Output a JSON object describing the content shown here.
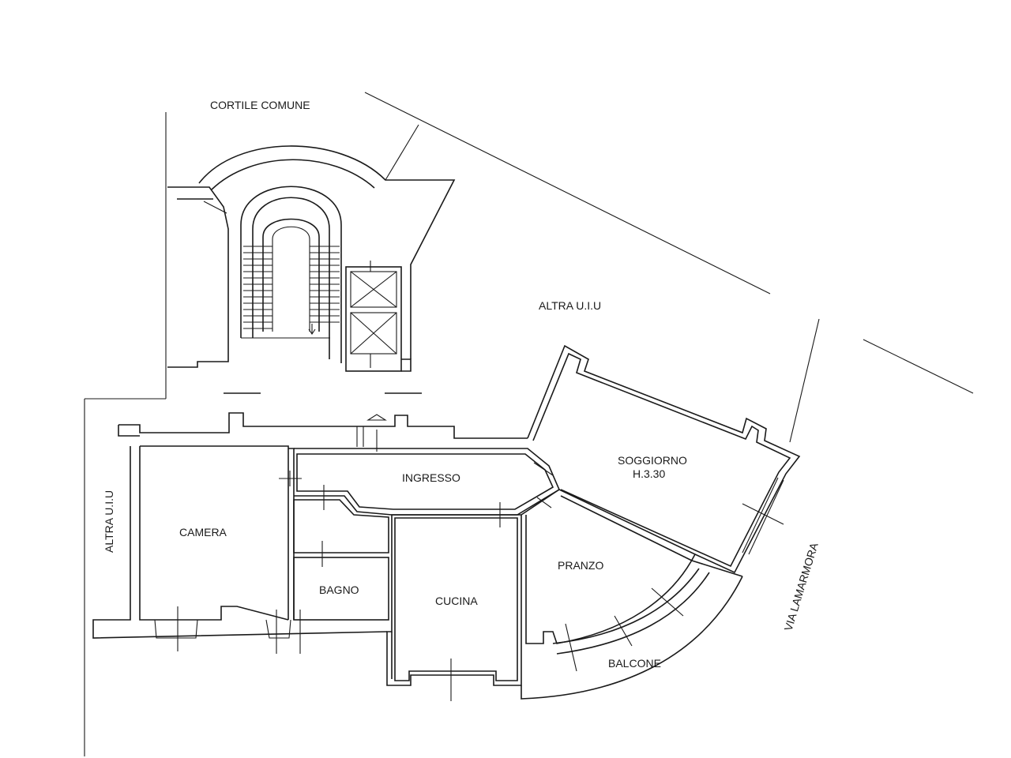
{
  "labels": {
    "courtyard": "CORTILE COMUNE",
    "other_unit_top": "ALTRA U.I.U",
    "other_unit_left": "ALTRA U.I.U",
    "street": "VIA LAMARMORA",
    "rooms": {
      "camera": "CAMERA",
      "ingresso": "INGRESSO",
      "soggiorno": "SOGGIORNO",
      "soggiorno_height": "H.3.30",
      "bagno": "BAGNO",
      "cucina": "CUCINA",
      "pranzo": "PRANZO",
      "balcone": "BALCONE"
    }
  }
}
